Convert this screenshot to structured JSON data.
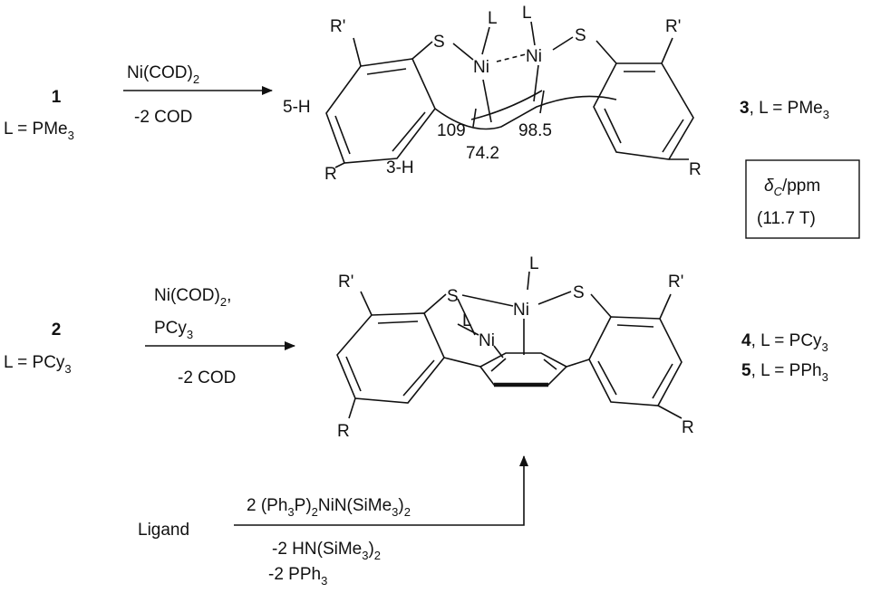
{
  "reaction1": {
    "reactant_number": "1",
    "reactant_ligand_prefix": "L = PMe",
    "reactant_ligand_sub": "3",
    "reagent_prefix": "Ni(COD)",
    "reagent_sub": "2",
    "byproduct": "-2 COD",
    "product_number": "3",
    "product_ligand_prefix": ", L = PMe",
    "product_ligand_sub": "3",
    "labels": {
      "R": "R",
      "R_prime": "R'",
      "S": "S",
      "Ni": "Ni",
      "L": "L",
      "h5": "5-H",
      "h3": "3-H"
    },
    "shifts": {
      "c1": "109",
      "c2": "98.5",
      "c3": "74.2"
    }
  },
  "legend_box": {
    "delta": "δ",
    "delta_sub": "C",
    "unit": "/ppm",
    "field": "(11.7 T)"
  },
  "reaction2": {
    "reactant_number": "2",
    "reactant_ligand_prefix": "L = PCy",
    "reactant_ligand_sub": "3",
    "reagent1_prefix": "Ni(COD)",
    "reagent1_sub": "2",
    "reagent1_suffix": ",",
    "reagent2_prefix": "PCy",
    "reagent2_sub": "3",
    "byproduct": "-2 COD",
    "product4_number": "4",
    "product4_prefix": ", L = PCy",
    "product4_sub": "3",
    "product5_number": "5",
    "product5_prefix": ", L = PPh",
    "product5_sub": "3"
  },
  "reaction3": {
    "start": "Ligand",
    "reagent_p1": "2 (Ph",
    "reagent_s1": "3",
    "reagent_p2": "P)",
    "reagent_s2": "2",
    "reagent_p3": "NiN(SiMe",
    "reagent_s3": "3",
    "reagent_p4": ")",
    "reagent_s4": "2",
    "byproduct1_p1": "-2 HN(SiMe",
    "byproduct1_s1": "3",
    "byproduct1_p2": ")",
    "byproduct1_s2": "2",
    "byproduct2_p1": "-2 PPh",
    "byproduct2_s1": "3"
  }
}
